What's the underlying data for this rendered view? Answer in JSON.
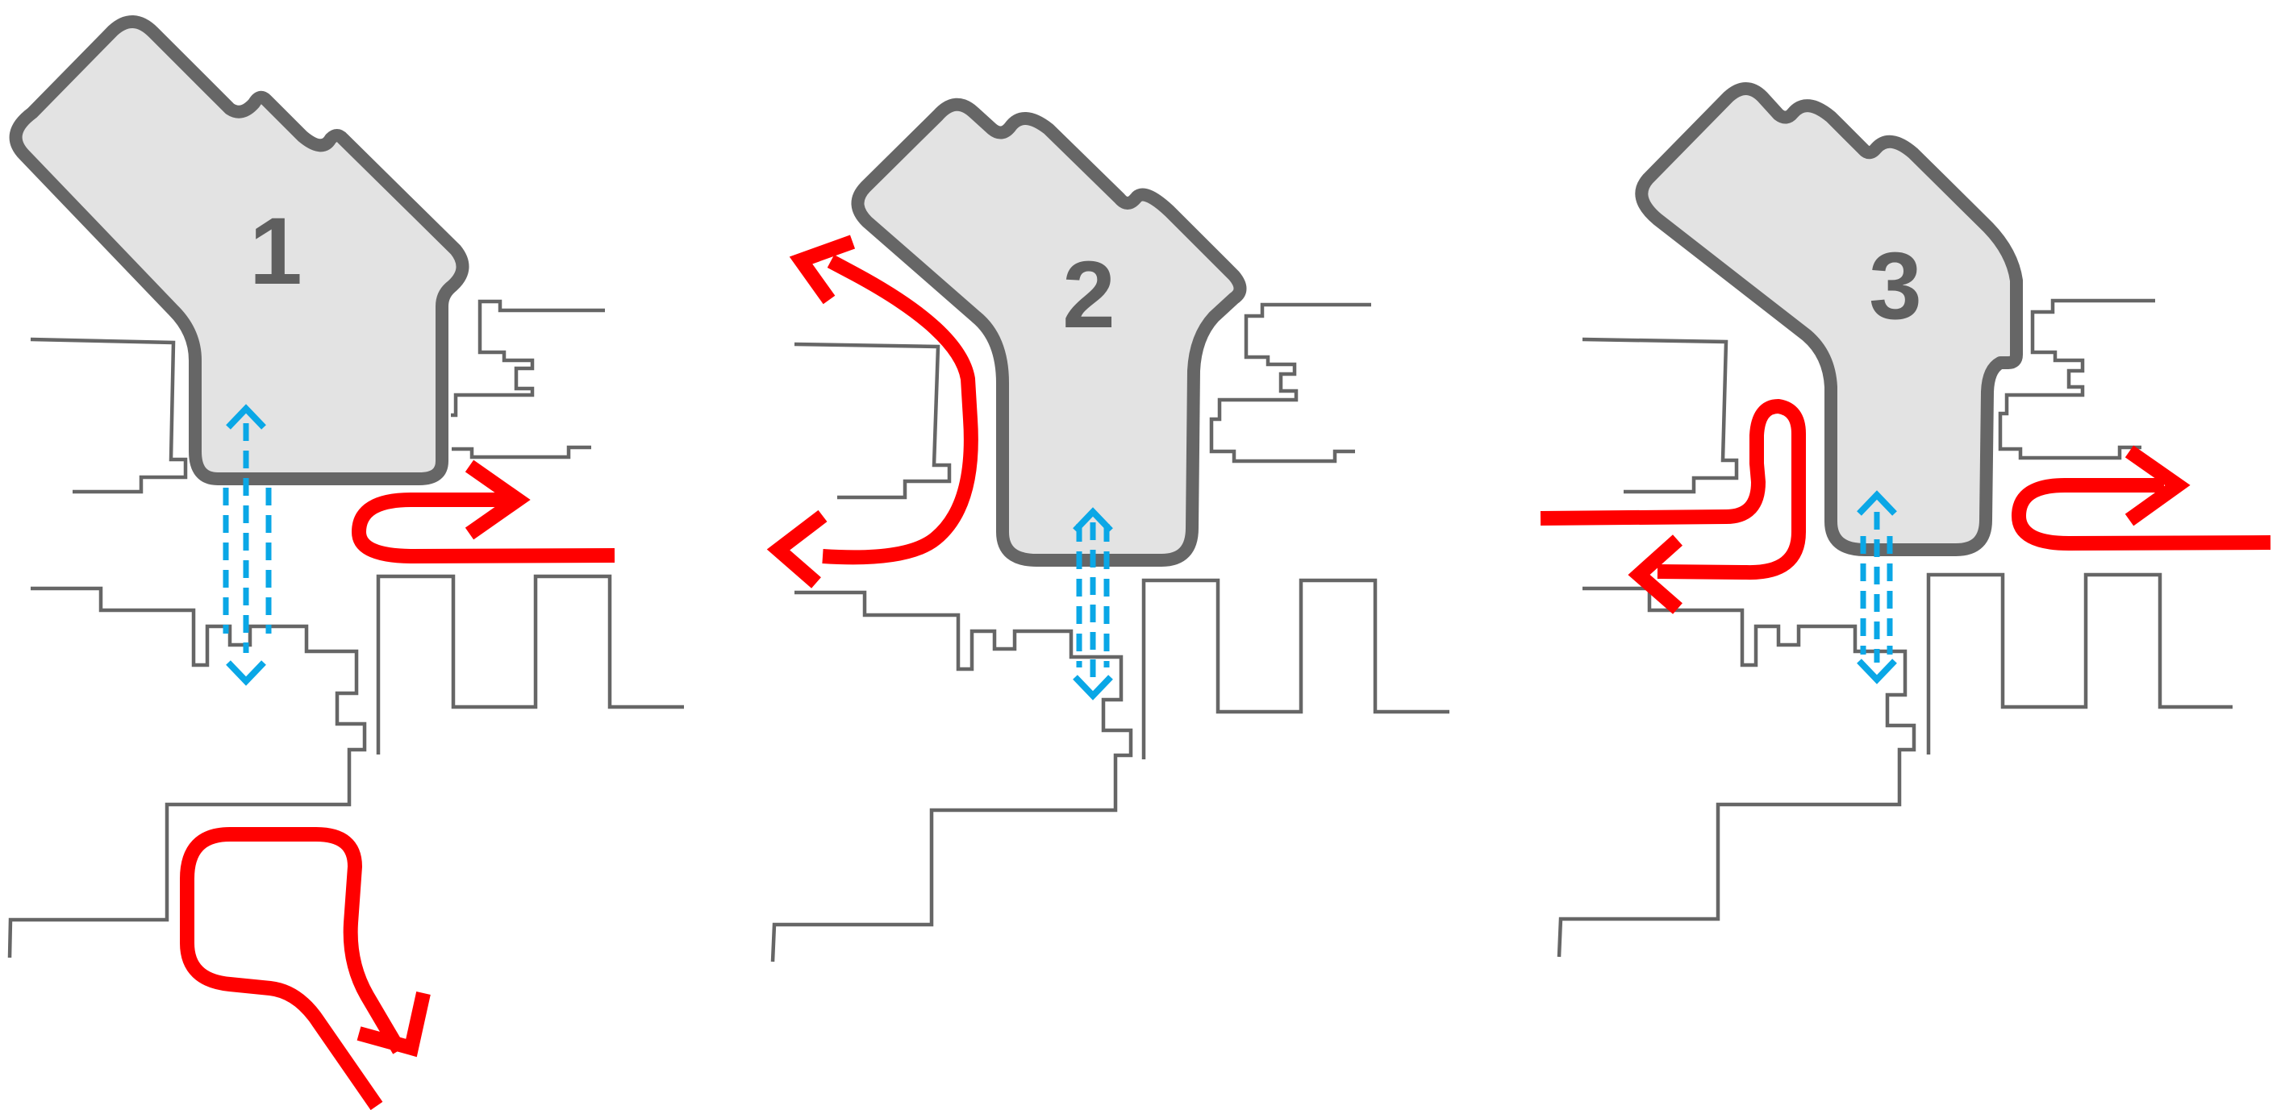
{
  "diagram": {
    "variants": [
      {
        "label": "1"
      },
      {
        "label": "2"
      },
      {
        "label": "3"
      }
    ]
  },
  "colors": {
    "building_fill": "#e3e3e3",
    "outline": "#666666",
    "label": "#5f5f5f",
    "flow_arrow": "#ff0000",
    "ventilation_arrow": "#0aa7e6",
    "background": "#ffffff"
  },
  "icons": {
    "flow_arrow": "red-flow-arrow-icon",
    "ventilation_arrow": "blue-dashed-double-arrow-icon"
  }
}
